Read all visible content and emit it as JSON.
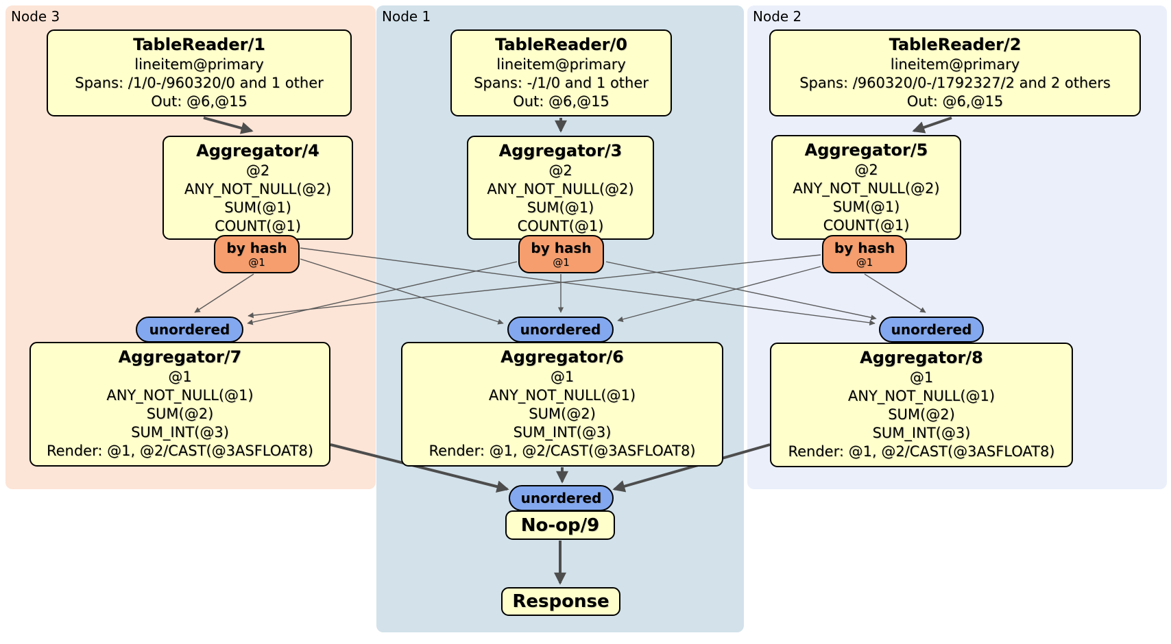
{
  "regions": {
    "node3": {
      "label": "Node 3"
    },
    "node1": {
      "label": "Node 1"
    },
    "node2": {
      "label": "Node 2"
    }
  },
  "processors": {
    "tr1": {
      "title": "TableReader/1",
      "lines": [
        "lineitem@primary",
        "Spans: /1/0-/960320/0 and 1 other",
        "Out: @6,@15"
      ]
    },
    "tr0": {
      "title": "TableReader/0",
      "lines": [
        "lineitem@primary",
        "Spans: -/1/0 and 1 other",
        "Out: @6,@15"
      ]
    },
    "tr2": {
      "title": "TableReader/2",
      "lines": [
        "lineitem@primary",
        "Spans: /960320/0-/1792327/2 and 2 others",
        "Out: @6,@15"
      ]
    },
    "agg4": {
      "title": "Aggregator/4",
      "lines": [
        "@2",
        "ANY_NOT_NULL(@2)",
        "SUM(@1)",
        "COUNT(@1)"
      ]
    },
    "agg3": {
      "title": "Aggregator/3",
      "lines": [
        "@2",
        "ANY_NOT_NULL(@2)",
        "SUM(@1)",
        "COUNT(@1)"
      ]
    },
    "agg5": {
      "title": "Aggregator/5",
      "lines": [
        "@2",
        "ANY_NOT_NULL(@2)",
        "SUM(@1)",
        "COUNT(@1)"
      ]
    },
    "agg7": {
      "title": "Aggregator/7",
      "lines": [
        "@1",
        "ANY_NOT_NULL(@1)",
        "SUM(@2)",
        "SUM_INT(@3)",
        "Render: @1, @2/CAST(@3ASFLOAT8)"
      ]
    },
    "agg6": {
      "title": "Aggregator/6",
      "lines": [
        "@1",
        "ANY_NOT_NULL(@1)",
        "SUM(@2)",
        "SUM_INT(@3)",
        "Render: @1, @2/CAST(@3ASFLOAT8)"
      ]
    },
    "agg8": {
      "title": "Aggregator/8",
      "lines": [
        "@1",
        "ANY_NOT_NULL(@1)",
        "SUM(@2)",
        "SUM_INT(@3)",
        "Render: @1, @2/CAST(@3ASFLOAT8)"
      ]
    },
    "noop": {
      "title": "No-op/9"
    },
    "response": {
      "title": "Response"
    }
  },
  "router": {
    "label": "by hash",
    "sub": "@1"
  },
  "sync": {
    "label": "unordered"
  },
  "colors": {
    "node3_bg": "#fce4d6",
    "node1_bg": "#d2e1ea",
    "node2_bg": "#eaeffa",
    "box_fill": "#ffffcc",
    "router_fill": "#f69e6d",
    "sync_fill": "#83a8ef",
    "edge_thin": "#5a5a5a",
    "edge_thick": "#4d4d4d"
  }
}
